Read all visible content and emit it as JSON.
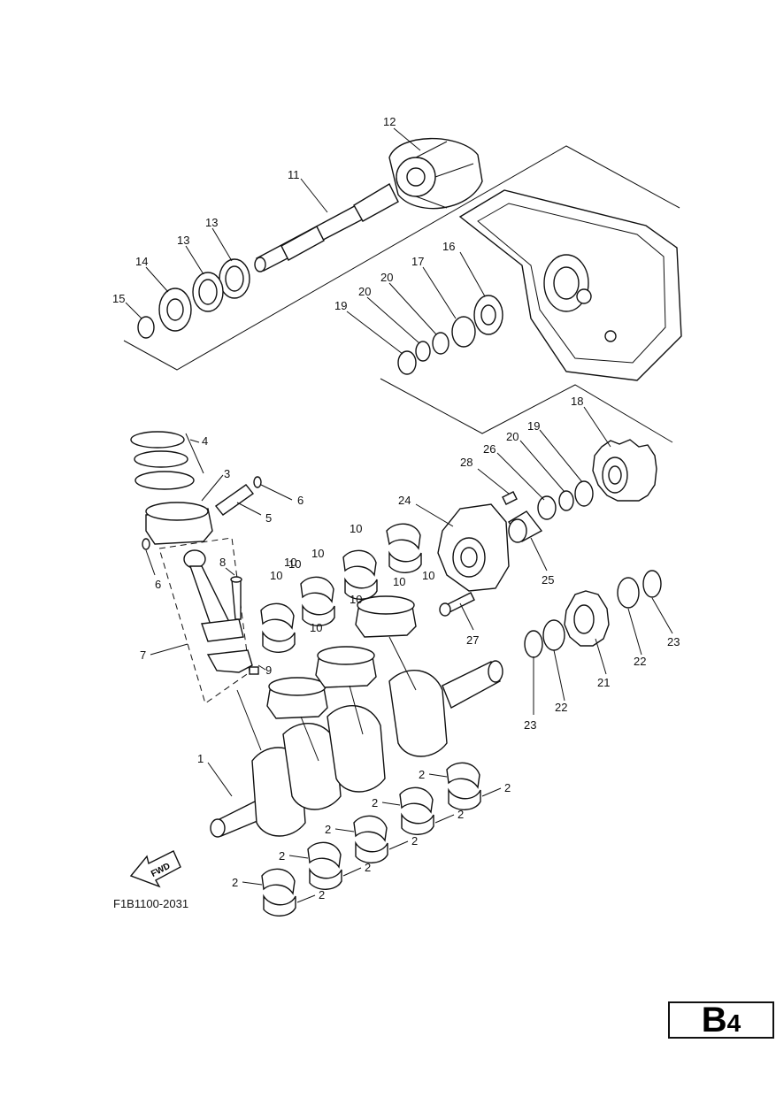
{
  "figure_code": "F1B1100-2031",
  "badge": {
    "main": "B",
    "sub": "4"
  },
  "fwd_label": "FWD",
  "labels": [
    {
      "id": "l12",
      "text": "12"
    },
    {
      "id": "l11",
      "text": "11"
    },
    {
      "id": "l13a",
      "text": "13"
    },
    {
      "id": "l13b",
      "text": "13"
    },
    {
      "id": "l14",
      "text": "14"
    },
    {
      "id": "l15",
      "text": "15"
    },
    {
      "id": "l16",
      "text": "16"
    },
    {
      "id": "l17",
      "text": "17"
    },
    {
      "id": "l20a",
      "text": "20"
    },
    {
      "id": "l20b",
      "text": "20"
    },
    {
      "id": "l19a",
      "text": "19"
    },
    {
      "id": "l18",
      "text": "18"
    },
    {
      "id": "l4",
      "text": "4"
    },
    {
      "id": "l3",
      "text": "3"
    },
    {
      "id": "l6a",
      "text": "6"
    },
    {
      "id": "l5",
      "text": "5"
    },
    {
      "id": "l6b",
      "text": "6"
    },
    {
      "id": "l8",
      "text": "8"
    },
    {
      "id": "l7",
      "text": "7"
    },
    {
      "id": "l9",
      "text": "9"
    },
    {
      "id": "l28",
      "text": "28"
    },
    {
      "id": "l26",
      "text": "26"
    },
    {
      "id": "l20c",
      "text": "20"
    },
    {
      "id": "l19b",
      "text": "19"
    },
    {
      "id": "l24",
      "text": "24"
    },
    {
      "id": "l25",
      "text": "25"
    },
    {
      "id": "l27",
      "text": "27"
    },
    {
      "id": "l21",
      "text": "21"
    },
    {
      "id": "l22a",
      "text": "22"
    },
    {
      "id": "l22b",
      "text": "22"
    },
    {
      "id": "l23a",
      "text": "23"
    },
    {
      "id": "l23b",
      "text": "23"
    },
    {
      "id": "l1",
      "text": "1"
    },
    {
      "id": "l10a",
      "text": "10"
    },
    {
      "id": "l10b",
      "text": "10"
    },
    {
      "id": "l10c",
      "text": "10"
    },
    {
      "id": "l10d",
      "text": "10"
    },
    {
      "id": "l10e",
      "text": "10"
    },
    {
      "id": "l10f",
      "text": "10"
    },
    {
      "id": "l10g",
      "text": "10"
    },
    {
      "id": "l10h",
      "text": "10"
    },
    {
      "id": "l10i",
      "text": "10"
    },
    {
      "id": "l2a",
      "text": "2"
    },
    {
      "id": "l2b",
      "text": "2"
    },
    {
      "id": "l2c",
      "text": "2"
    },
    {
      "id": "l2d",
      "text": "2"
    },
    {
      "id": "l2e",
      "text": "2"
    },
    {
      "id": "l2f",
      "text": "2"
    },
    {
      "id": "l2g",
      "text": "2"
    },
    {
      "id": "l2h",
      "text": "2"
    },
    {
      "id": "l2i",
      "text": "2"
    },
    {
      "id": "l2j",
      "text": "2"
    }
  ]
}
